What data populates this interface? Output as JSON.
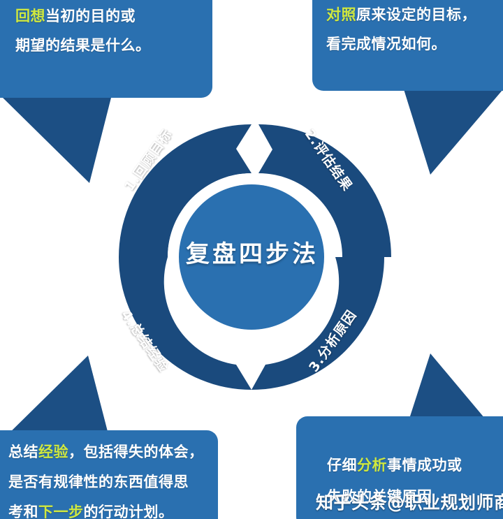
{
  "title": "复盘四步法",
  "colors": {
    "box_blue": "#2a70b0",
    "ring_dark": "#1a4a7d",
    "inner_circle": "#2a70b0",
    "highlight": "#cfe840",
    "background": "#ffffff",
    "text": "#ffffff"
  },
  "center": {
    "label": "复盘四步法"
  },
  "steps": [
    {
      "id": 1,
      "label": "1.回顾目标"
    },
    {
      "id": 2,
      "label": "2.评估结果"
    },
    {
      "id": 3,
      "label": "3.分析原因"
    },
    {
      "id": 4,
      "label": "4.总结经验"
    }
  ],
  "callouts": {
    "top_left": {
      "highlight": "回想",
      "rest_line1": "当初的目的或",
      "line2": "期望的结果是什么。",
      "full_text": "回想当初的目的或期望的结果是什么。"
    },
    "top_right": {
      "highlight": "对照",
      "rest_line1": "原来设定的目标，",
      "line2": "看完成情况如何。",
      "full_text": "对照原来设定的目标，看完成情况如何。"
    },
    "bottom_left": {
      "prefix_line1": "总结",
      "highlight1": "经验",
      "suffix_line1": "，包括得失的体会，",
      "line2": "是否有规律性的东西值得思",
      "prefix_line3": "考和",
      "highlight2": "下一步",
      "suffix_line3": "的行动计划。",
      "full_text": "总结经验，包括得失的体会，是否有规律性的东西值得思考和下一步的行动计划。"
    },
    "bottom_right": {
      "prefix_line1": "仔细",
      "highlight": "分析",
      "suffix_line1": "事情成功或",
      "line2": "失败的关键原因",
      "full_text": "仔细分析事情成功或失败的关键原因"
    }
  },
  "watermark": {
    "text": "知乎头条@职业规划师商娜"
  }
}
